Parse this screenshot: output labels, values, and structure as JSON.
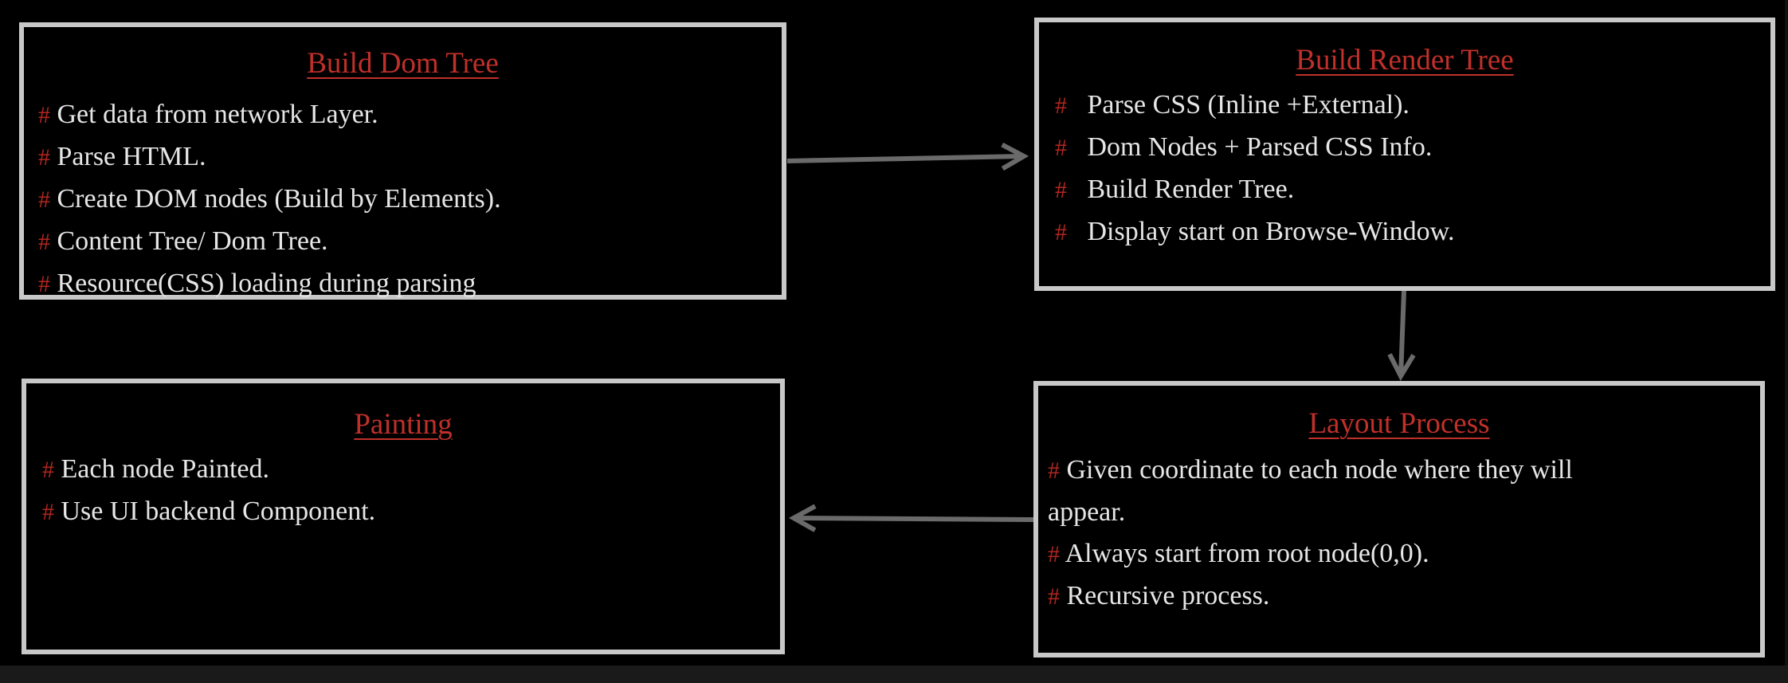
{
  "colors": {
    "background": "#000000",
    "box_border": "#c8c8c8",
    "title": "#c0302a",
    "bullet": "#b1261f",
    "text": "#e6e6e6",
    "arrow": "#6a6a6a"
  },
  "boxes": {
    "build_dom_tree": {
      "title": "Build Dom Tree",
      "items": [
        "Get data from network Layer.",
        "Parse HTML.",
        "Create DOM nodes (Build by Elements).",
        "Content Tree/ Dom Tree.",
        "Resource(CSS) loading during parsing"
      ]
    },
    "build_render_tree": {
      "title": "Build Render Tree",
      "items": [
        "Parse CSS (Inline +External).",
        "Dom Nodes +  Parsed CSS Info.",
        "Build Render Tree.",
        "Display start on Browse-Window."
      ]
    },
    "painting": {
      "title": "Painting",
      "items": [
        "Each node Painted.",
        "Use UI backend Component."
      ]
    },
    "layout_process": {
      "title": "Layout Process",
      "items": [
        "Given coordinate to each node where they will",
        "appear.",
        "Always start from root node(0,0).",
        "Recursive process."
      ]
    }
  },
  "bullet_glyph": "#",
  "arrow_icon": "arrow-icon"
}
